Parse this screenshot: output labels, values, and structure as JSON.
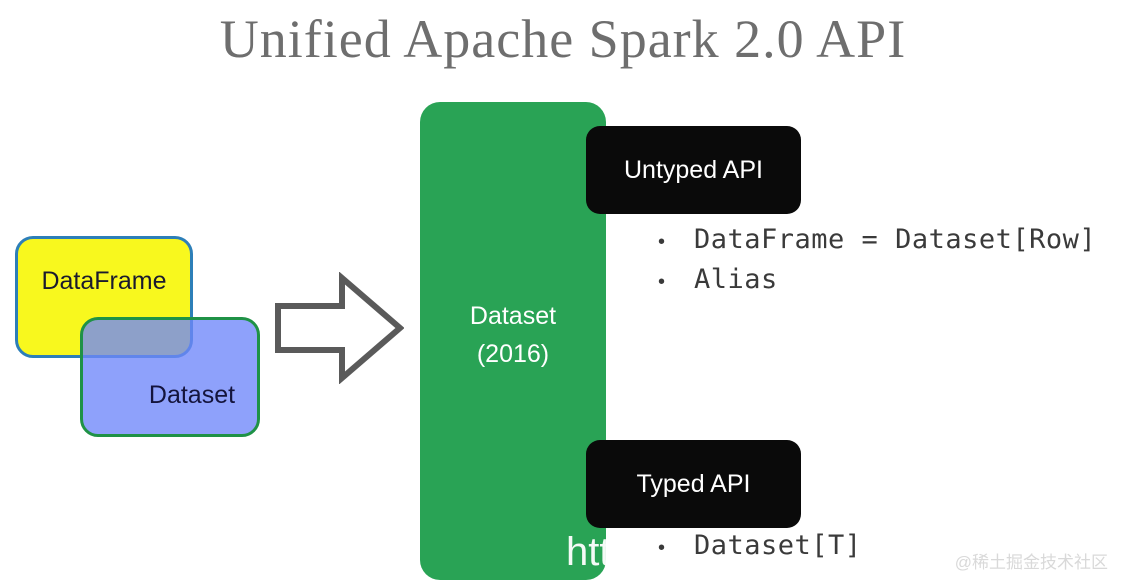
{
  "slide": {
    "title": "Unified Apache Spark 2.0 API",
    "background_color": "#ffffff",
    "title_color": "#6e6e6e"
  },
  "venn": {
    "dataframe": {
      "label": "DataFrame",
      "fill_color": "#f8f81e",
      "border_color": "#2d7fb8"
    },
    "dataset": {
      "label": "Dataset",
      "fill_color": "#8099fb",
      "border_color": "#1f9246"
    }
  },
  "arrow": {
    "icon": "arrow-right-icon",
    "stroke_color": "#5a5a5a",
    "fill_color": "#ffffff"
  },
  "center_panel": {
    "label_line1": "Dataset",
    "label_line2": "(2016)",
    "fill_color": "#29a355",
    "text_color": "#ffffff"
  },
  "sections": [
    {
      "badge": "Untyped API",
      "badge_color": "#0a0a0a",
      "badge_text_color": "#ffffff",
      "bullets": [
        {
          "marker": "•",
          "text": "DataFrame = Dataset[Row]"
        },
        {
          "marker": "•",
          "text": "Alias"
        }
      ]
    },
    {
      "badge": "Typed API",
      "badge_color": "#0a0a0a",
      "badge_text_color": "#ffffff",
      "bullets": [
        {
          "marker": "•",
          "text": "Dataset[T]"
        }
      ]
    }
  ],
  "watermarks": {
    "url_fragment": "htt",
    "brand": "@稀土掘金技术社区"
  }
}
